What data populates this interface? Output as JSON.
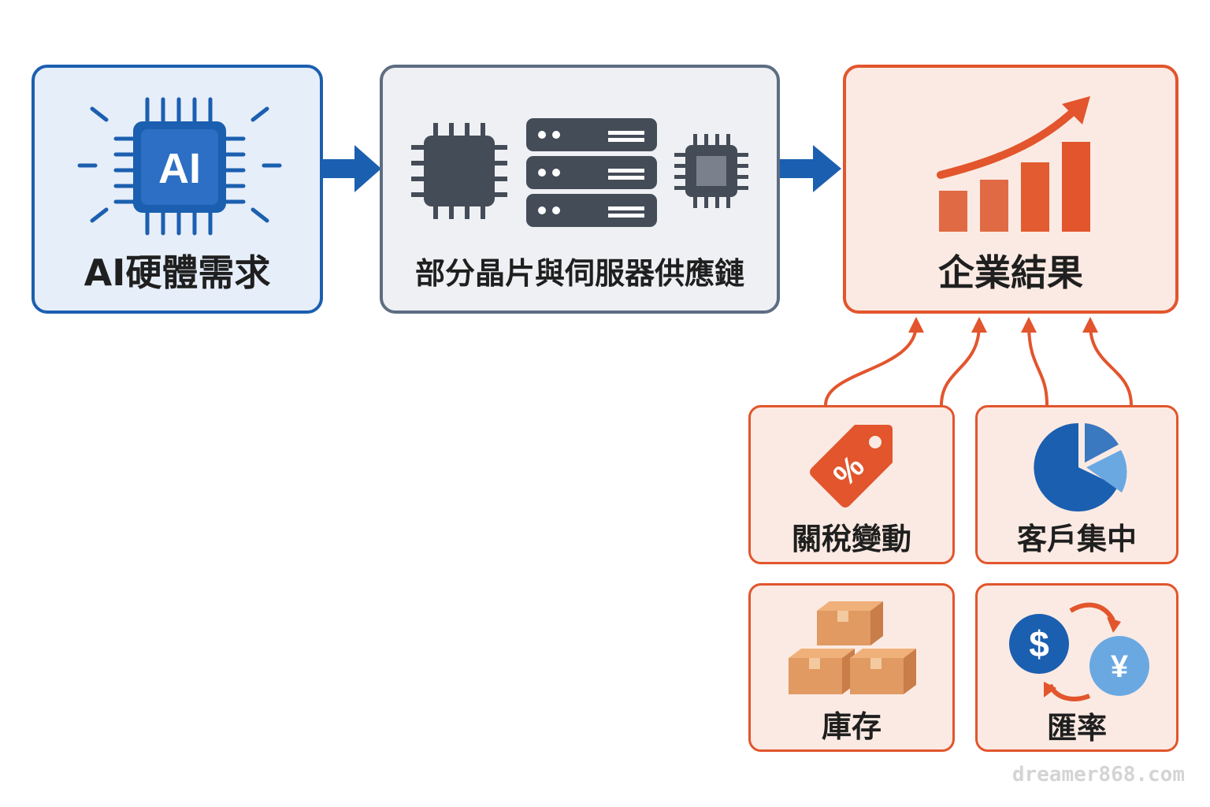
{
  "colors": {
    "blue_border": "#1b5fb0",
    "blue_fill": "#e6eef9",
    "gray_border": "#5d6d82",
    "gray_fill": "#eef0f3",
    "orange_border": "#e2552d",
    "orange_fill": "#fbeae3",
    "dark_icon": "#444c58",
    "text": "#1f1f1f"
  },
  "nodes": {
    "ai_demand": {
      "label": "AI硬體需求",
      "icon": "ai-chip-icon",
      "icon_text": "AI"
    },
    "supply_chain": {
      "label": "部分晶片與伺服器供應鏈",
      "icon": "chip-server-chip-icon"
    },
    "results": {
      "label": "企業結果",
      "icon": "growth-bar-chart-icon"
    }
  },
  "factors": [
    {
      "id": "tariff",
      "label": "關稅變動",
      "icon": "price-tag-percent-icon",
      "icon_text": "%"
    },
    {
      "id": "customer",
      "label": "客戶集中",
      "icon": "pie-chart-icon"
    },
    {
      "id": "inventory",
      "label": "庫存",
      "icon": "stacked-boxes-icon"
    },
    {
      "id": "fx",
      "label": "匯率",
      "icon": "currency-exchange-icon",
      "icon_text_1": "$",
      "icon_text_2": "¥"
    }
  ],
  "watermark": "dreamer868.com"
}
